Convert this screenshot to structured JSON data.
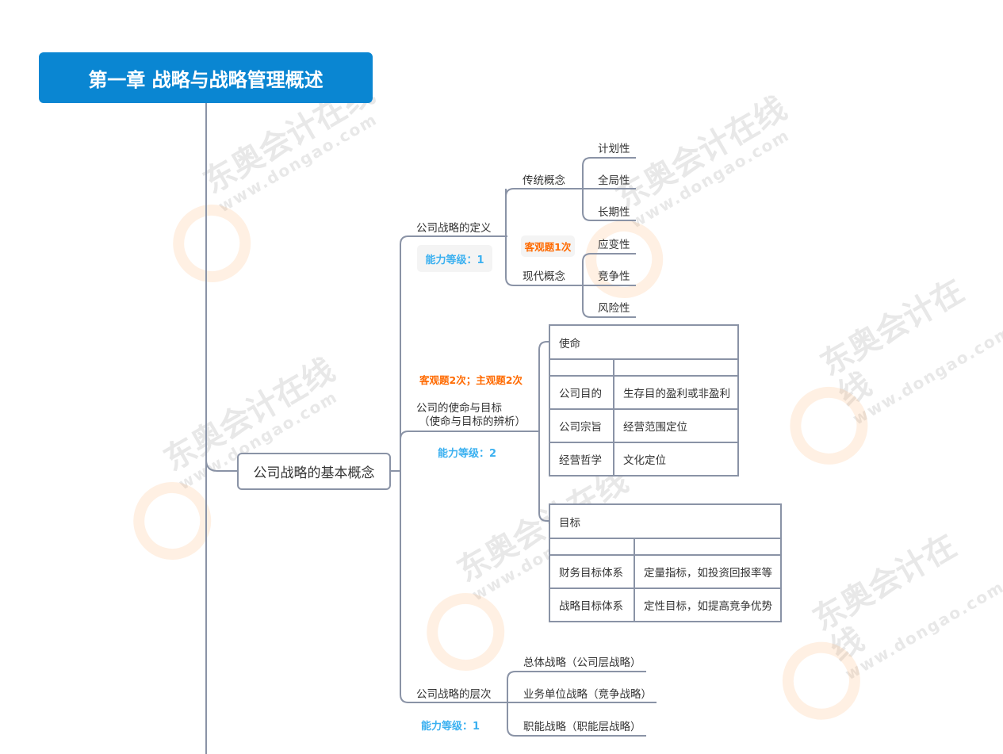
{
  "watermark": {
    "cn": "东奥会计在线",
    "en": "www.dongao.com"
  },
  "title": "第一章 战略与战略管理概述",
  "root": "公司战略的基本概念",
  "branches": {
    "definition": {
      "label": "公司战略的定义",
      "level": "能力等级：1",
      "exam_badge": "客观题1次",
      "traditional": {
        "label": "传统概念",
        "items": [
          "计划性",
          "全局性",
          "长期性"
        ]
      },
      "modern": {
        "label": "现代概念",
        "items": [
          "应变性",
          "竞争性",
          "风险性"
        ]
      }
    },
    "mission": {
      "label_line1": "公司的使命与目标",
      "label_line2": "（使命与目标的辨析）",
      "exam_badge": "客观题2次；主观题2次",
      "level": "能力等级：2",
      "mission_table": {
        "header": "使命",
        "rows": [
          [
            "公司目的",
            "生存目的盈利或非盈利"
          ],
          [
            "公司宗旨",
            "经营范围定位"
          ],
          [
            "经营哲学",
            "文化定位"
          ]
        ]
      },
      "goal_table": {
        "header": "目标",
        "rows": [
          [
            "财务目标体系",
            "定量指标，如投资回报率等"
          ],
          [
            "战略目标体系",
            "定性目标，如提高竞争优势"
          ]
        ]
      }
    },
    "levels": {
      "label": "公司战略的层次",
      "level": "能力等级：1",
      "items": [
        "总体战略（公司层战略）",
        "业务单位战略（竞争战略）",
        "职能战略（职能层战略）"
      ]
    }
  },
  "colors": {
    "title_bg": "#0a86d2",
    "line": "#8a93a6",
    "level": "#3ab0f0",
    "exam": "#ff6a00"
  }
}
